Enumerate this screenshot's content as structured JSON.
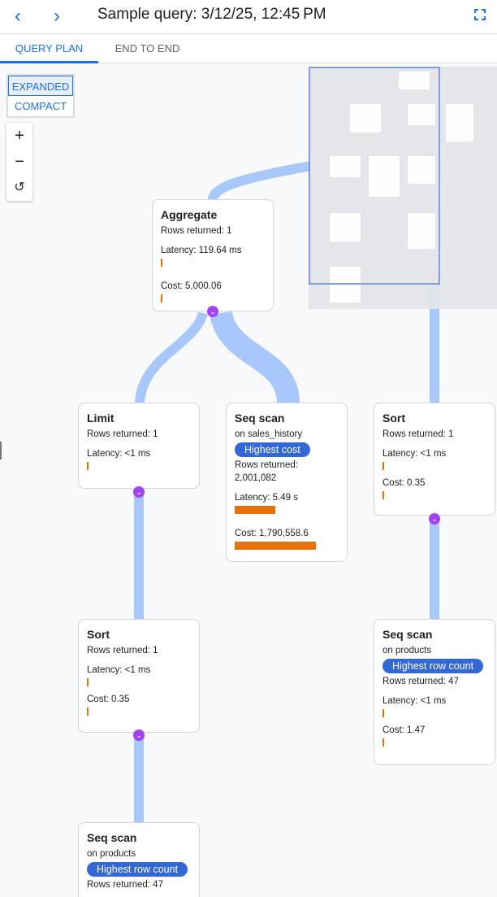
{
  "header": {
    "title": "Sample query: 3/12/25, 12:45 PM",
    "back_icon": "chevron-left-icon",
    "forward_icon": "chevron-right-icon",
    "fullscreen_icon": "fullscreen-icon"
  },
  "tabs": [
    {
      "label": "QUERY PLAN",
      "active": true
    },
    {
      "label": "END TO END",
      "active": false
    }
  ],
  "view_modes": [
    {
      "label": "EXPANDED",
      "selected": true
    },
    {
      "label": "COMPACT",
      "selected": false
    }
  ],
  "zoom_controls": {
    "zoom_in": "+",
    "zoom_out": "−",
    "reset": "↺"
  },
  "colors": {
    "accent": "#1a73e8",
    "badge": "#3367d6",
    "bar": "#e8710a",
    "link": "#a8c7fa",
    "expand": "#a142f4"
  },
  "nodes": [
    {
      "title": "Aggregate",
      "rows": "Rows returned: 1",
      "latency": "Latency: 119.64 ms",
      "latency_fraction": 0.02,
      "cost": "Cost: 5,000.06",
      "cost_fraction": 0.003
    },
    {
      "title": "Limit",
      "rows": "Rows returned: 1",
      "latency": "Latency: <1 ms",
      "latency_fraction": 0.0
    },
    {
      "title": "Seq scan",
      "on": "on sales_history",
      "badge": "Highest cost",
      "rows_label": "Rows returned:",
      "rows_value": "2,001,082",
      "latency": "Latency: 5.49 s",
      "latency_fraction": 0.5,
      "cost": "Cost: 1,790,558.6",
      "cost_fraction": 1.0
    },
    {
      "title": "Sort",
      "rows": "Rows returned: 1",
      "latency": "Latency: <1 ms",
      "latency_fraction": 0.0,
      "cost": "Cost: 0.35",
      "cost_fraction": 0.0
    },
    {
      "title": "Sort",
      "rows": "Rows returned: 1",
      "latency": "Latency: <1 ms",
      "latency_fraction": 0.0,
      "cost": "Cost: 0.35",
      "cost_fraction": 0.0
    },
    {
      "title": "Seq scan",
      "on": "on products",
      "badge": "Highest row count",
      "rows": "Rows returned: 47",
      "latency": "Latency: <1 ms",
      "latency_fraction": 0.0,
      "cost": "Cost: 1.47",
      "cost_fraction": 0.0
    },
    {
      "title": "Seq scan",
      "on": "on products",
      "badge": "Highest row count",
      "rows": "Rows returned: 47"
    }
  ]
}
